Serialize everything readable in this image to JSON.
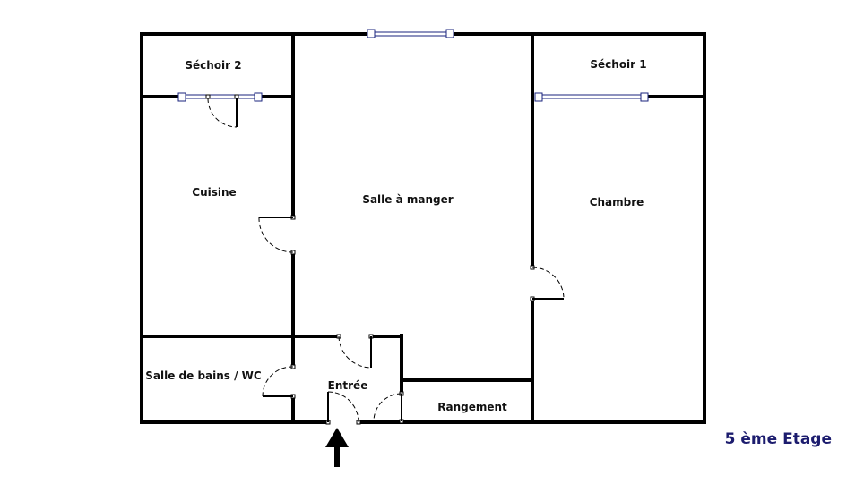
{
  "rooms": {
    "sechoir2": "Séchoir 2",
    "sechoir1": "Séchoir 1",
    "cuisine": "Cuisine",
    "salle_a_manger": "Salle à manger",
    "chambre": "Chambre",
    "salle_de_bains": "Salle de bains / WC",
    "entree": "Entrée",
    "rangement": "Rangement"
  },
  "floor_label": "5 ème Etage",
  "colors": {
    "wall": "#000000",
    "window": "#1a237e",
    "floor_label": "#1c1c6e"
  },
  "icons": {
    "entrance": "arrow-up"
  }
}
